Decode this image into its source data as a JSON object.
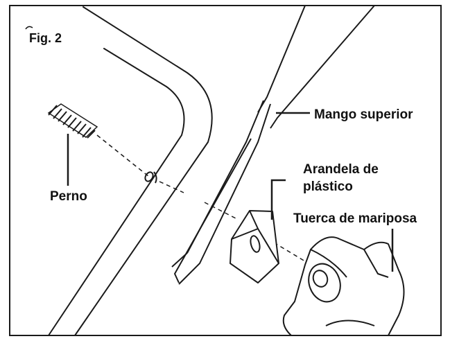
{
  "figure": {
    "label": "Fig. 2"
  },
  "callouts": {
    "upper_handle": "Mango superior",
    "bolt": "Perno",
    "washer_line1": "Arandela de",
    "washer_line2": "plástico",
    "wing_nut": "Tuerca de mariposa"
  }
}
